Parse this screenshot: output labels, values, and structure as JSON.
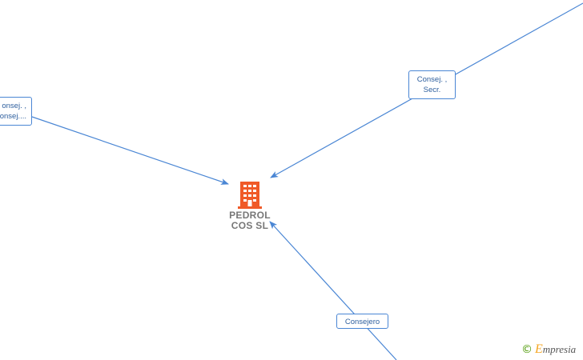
{
  "company": {
    "name": "PEDROL\nCOS  SL",
    "icon": "building-icon",
    "color": "#f05a28"
  },
  "edges": [
    {
      "id": "left",
      "label_lines": [
        "onsej. ,",
        "onsej...."
      ]
    },
    {
      "id": "top",
      "label_lines": [
        "Consej. ,",
        "Secr."
      ]
    },
    {
      "id": "bottom",
      "label_lines": [
        "Consejero"
      ]
    }
  ],
  "colors": {
    "edge": "#4a86d4",
    "label_text": "#2e5f9e"
  },
  "footer": {
    "copyright_symbol": "©",
    "brand_initial": "E",
    "brand_rest": "mpresia"
  }
}
